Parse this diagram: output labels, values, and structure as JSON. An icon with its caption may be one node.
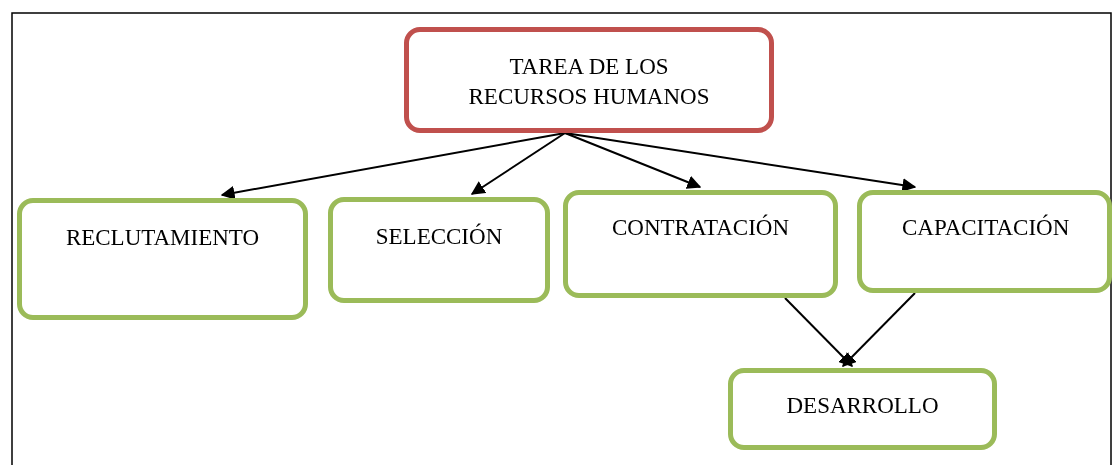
{
  "diagram": {
    "nodes": [
      {
        "text": [
          "TAREA DE LOS RECURSOS HUMANOS"
        ]
      },
      {
        "text": [
          "RECLUTAMIENTO"
        ]
      },
      {
        "text": [
          "SELECCIÓN"
        ]
      },
      {
        "text": [
          "CONTRATACIÓN"
        ]
      },
      {
        "text": [
          "CAPACITACIÓN"
        ]
      },
      {
        "text": [
          "DESARROLLO"
        ]
      }
    ],
    "edges": [
      {
        "from": 0,
        "to": 1,
        "arrow": "to"
      },
      {
        "from": 0,
        "to": 2,
        "arrow": "to"
      },
      {
        "from": 0,
        "to": 3,
        "arrow": "to"
      },
      {
        "from": 0,
        "to": 4,
        "arrow": "to"
      },
      {
        "from": 3,
        "to": 5,
        "arrow": "to"
      },
      {
        "from": 4,
        "to": 5,
        "arrow": "to"
      }
    ]
  }
}
